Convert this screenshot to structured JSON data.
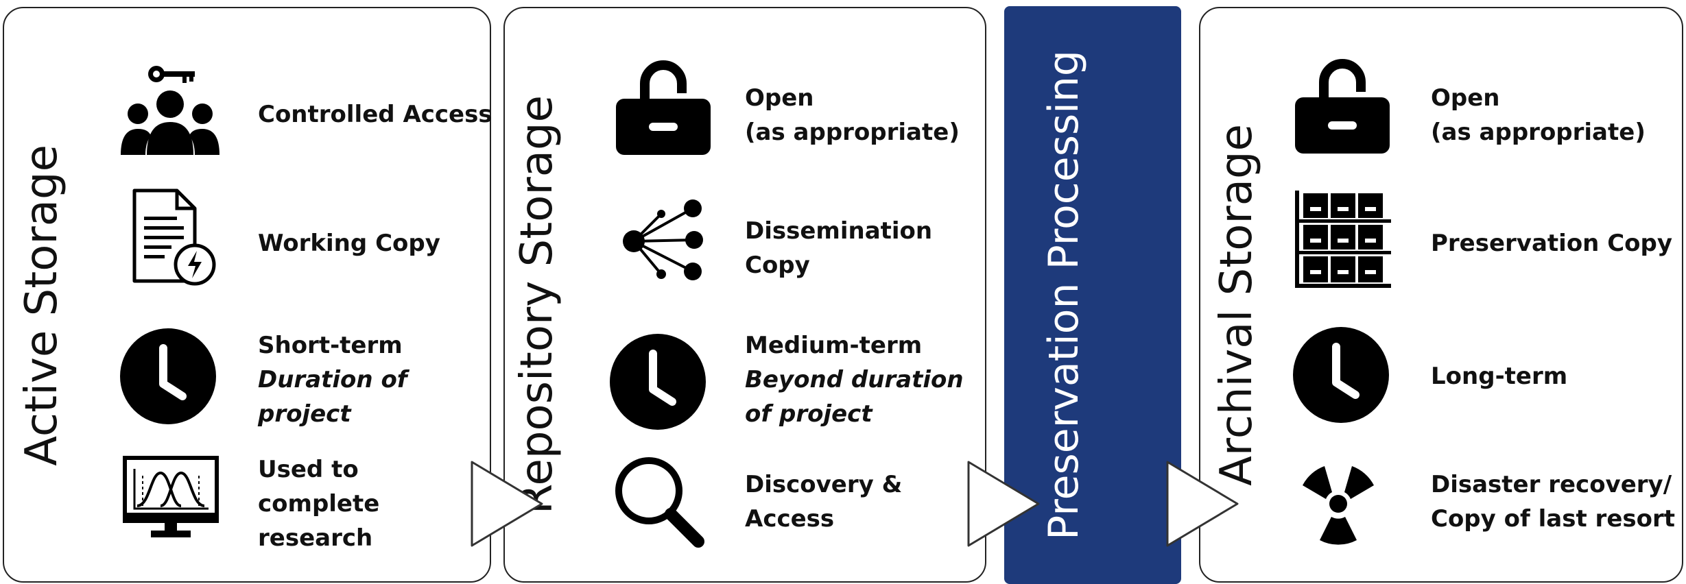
{
  "panels": {
    "active": {
      "title": "Active Storage",
      "items": [
        {
          "icon": "controlled-access-icon",
          "line1": "Controlled Access"
        },
        {
          "icon": "working-copy-document-icon",
          "line1": "Working Copy"
        },
        {
          "icon": "clock-icon",
          "line1": "Short-term",
          "line2": "Duration of",
          "line3": "project"
        },
        {
          "icon": "research-monitor-icon",
          "line1": "Used to",
          "line2": "complete",
          "line3": "research"
        }
      ]
    },
    "repository": {
      "title": "Repository Storage",
      "items": [
        {
          "icon": "unlocked-padlock-icon",
          "line1": "Open",
          "line2": "(as appropriate)"
        },
        {
          "icon": "dissemination-network-icon",
          "line1": "Dissemination",
          "line2": "Copy"
        },
        {
          "icon": "clock-icon",
          "line1": "Medium-term",
          "line2": "Beyond duration",
          "line3": "of project"
        },
        {
          "icon": "magnifying-glass-icon",
          "line1": "Discovery &",
          "line2": "Access"
        }
      ]
    },
    "processing": {
      "title": "Preservation Processing"
    },
    "archival": {
      "title": "Archival Storage",
      "items": [
        {
          "icon": "unlocked-padlock-icon",
          "line1": "Open",
          "line2": "(as appropriate)"
        },
        {
          "icon": "storage-shelves-icon",
          "line1": "Preservation Copy"
        },
        {
          "icon": "clock-icon",
          "line1": "Long-term"
        },
        {
          "icon": "radiation-hazard-icon",
          "line1": "Disaster recovery/",
          "line2": "Copy of last resort"
        }
      ]
    }
  },
  "colors": {
    "processing_background": "#1e3a7b",
    "icon": "#000000",
    "border": "#222222"
  }
}
